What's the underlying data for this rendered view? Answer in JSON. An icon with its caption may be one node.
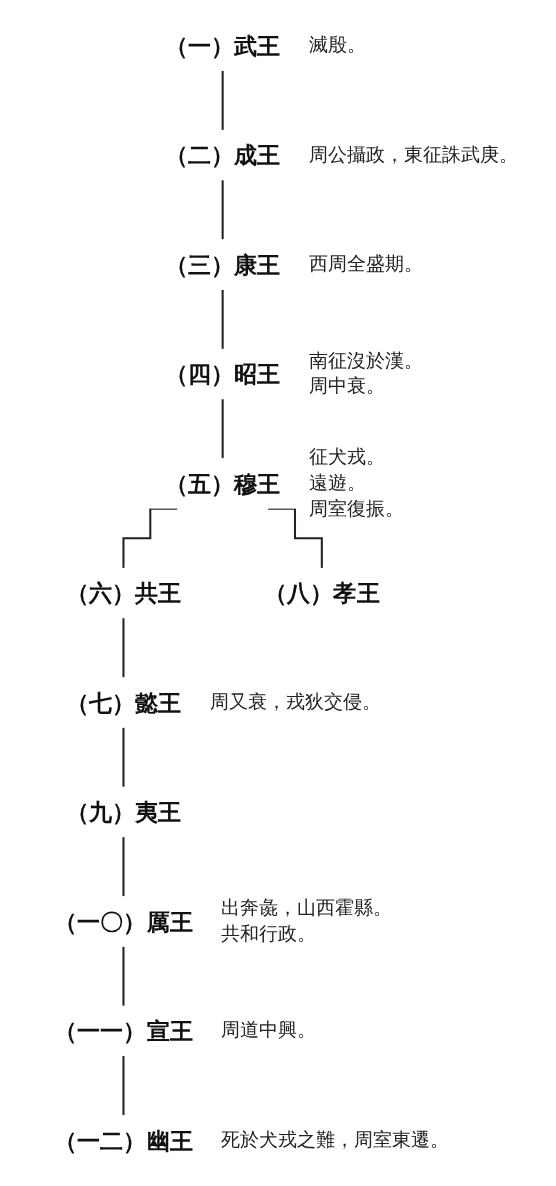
{
  "diagram": {
    "nodes": [
      {
        "text": [
          "（一）武王"
        ],
        "beside": [
          "滅殷。"
        ]
      },
      {
        "text": [
          "（二）成王"
        ],
        "beside": [
          "周公攝政，東征誅武庚。"
        ]
      },
      {
        "text": [
          "（三）康王"
        ],
        "beside": [
          "西周全盛期。"
        ]
      },
      {
        "text": [
          "（四）昭王"
        ],
        "beside": [
          "南征沒於漢。",
          "周中衰。"
        ]
      },
      {
        "text": [
          "（五）穆王"
        ],
        "beside": [
          "征犬戎。",
          "遠遊。",
          "周室復振。"
        ]
      },
      {
        "text": [
          "（六）共王"
        ]
      },
      {
        "text": [
          "（七）懿王"
        ],
        "beside": [
          "周又衰，戎狄交侵。"
        ]
      },
      {
        "text": [
          "（九）夷王"
        ]
      },
      {
        "text": [
          "（一〇）厲王"
        ],
        "beside": [
          "出奔彘，山西霍縣。",
          "共和行政。"
        ]
      },
      {
        "text": [
          "（一一）宣王"
        ],
        "beside": [
          "周道中興。"
        ]
      },
      {
        "text": [
          "（八）孝王"
        ]
      },
      {
        "text": [
          "（一二）幽王"
        ],
        "beside": [
          "死於犬戎之難，周室東遷。"
        ]
      }
    ],
    "edges": [
      {
        "from": 0,
        "to": 1,
        "arrow": "none"
      },
      {
        "from": 1,
        "to": 2,
        "arrow": "none"
      },
      {
        "from": 2,
        "to": 3,
        "arrow": "none"
      },
      {
        "from": 3,
        "to": 4,
        "arrow": "none"
      },
      {
        "from": 4,
        "to": 5,
        "arrow": "none"
      },
      {
        "from": 4,
        "to": 10,
        "arrow": "none"
      },
      {
        "from": 5,
        "to": 6,
        "arrow": "none"
      },
      {
        "from": 6,
        "to": 7,
        "arrow": "none"
      },
      {
        "from": 7,
        "to": 8,
        "arrow": "none"
      },
      {
        "from": 8,
        "to": 9,
        "arrow": "none"
      },
      {
        "from": 9,
        "to": 11,
        "arrow": "none"
      }
    ]
  }
}
